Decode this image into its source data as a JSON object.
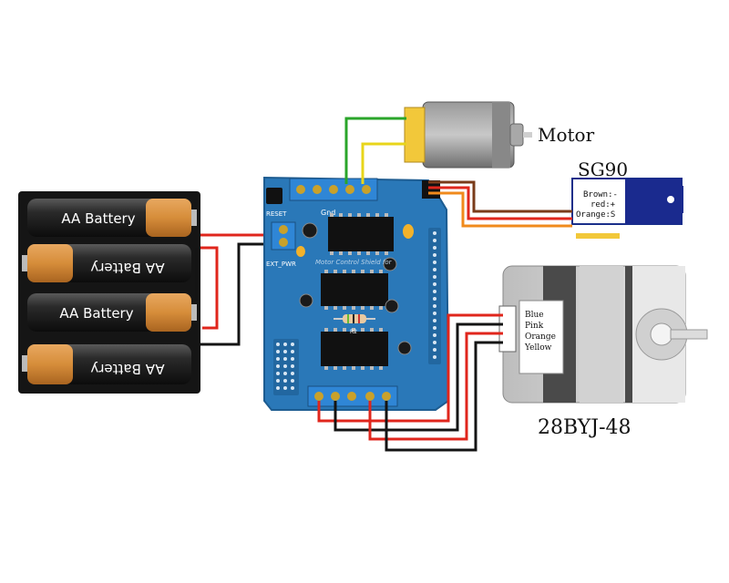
{
  "batteries": {
    "cells": [
      {
        "label": "AA Battery",
        "flipped": false
      },
      {
        "label": "AA Battery",
        "flipped": true
      },
      {
        "label": "AA Battery",
        "flipped": false
      },
      {
        "label": "AA Battery",
        "flipped": true
      }
    ]
  },
  "motor": {
    "label": "Motor"
  },
  "servo": {
    "title": "SG90",
    "pins": [
      "Brown:-",
      "red:+",
      "Orange:S"
    ]
  },
  "stepper": {
    "label": "28BYJ-48",
    "wires": [
      "Blue",
      "Pink",
      "Orange",
      "Yellow"
    ]
  },
  "shield": {
    "reset_label": "RESET",
    "ext_pwr_label": "EXT_PWR",
    "gnd_label": "Gnd",
    "r2_label": "R2",
    "board_text": "Motor Control Shield for"
  },
  "colors": {
    "board": "#2a78b8",
    "board_dark": "#1f5f96",
    "wire_red": "#e0261c",
    "wire_black": "#141414",
    "wire_green": "#2aa52a",
    "wire_yellow": "#e8d51a",
    "wire_orange": "#f08a1c",
    "wire_brown": "#7a3b1a",
    "battery_copper": "#d68d3a",
    "battery_body": "#1c1c1c"
  }
}
